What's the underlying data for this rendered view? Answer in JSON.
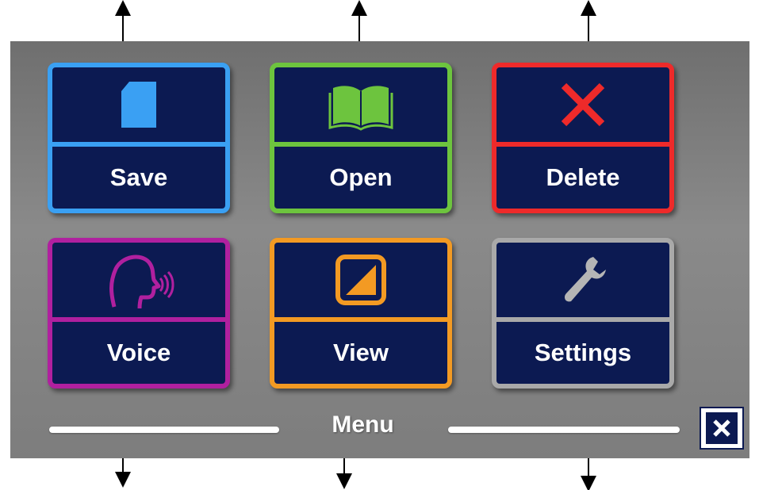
{
  "menu": {
    "title": "Menu",
    "tiles": [
      {
        "label": "Save",
        "icon": "save-icon",
        "color": "#3aa0f3"
      },
      {
        "label": "Open",
        "icon": "book-icon",
        "color": "#6dc43e"
      },
      {
        "label": "Delete",
        "icon": "x-icon",
        "color": "#ee2a2a"
      },
      {
        "label": "Voice",
        "icon": "voice-icon",
        "color": "#b0209f"
      },
      {
        "label": "View",
        "icon": "contrast-icon",
        "color": "#f39a23"
      },
      {
        "label": "Settings",
        "icon": "wrench-icon",
        "color": "#a9a9a9"
      }
    ],
    "close_icon": "close-icon"
  }
}
